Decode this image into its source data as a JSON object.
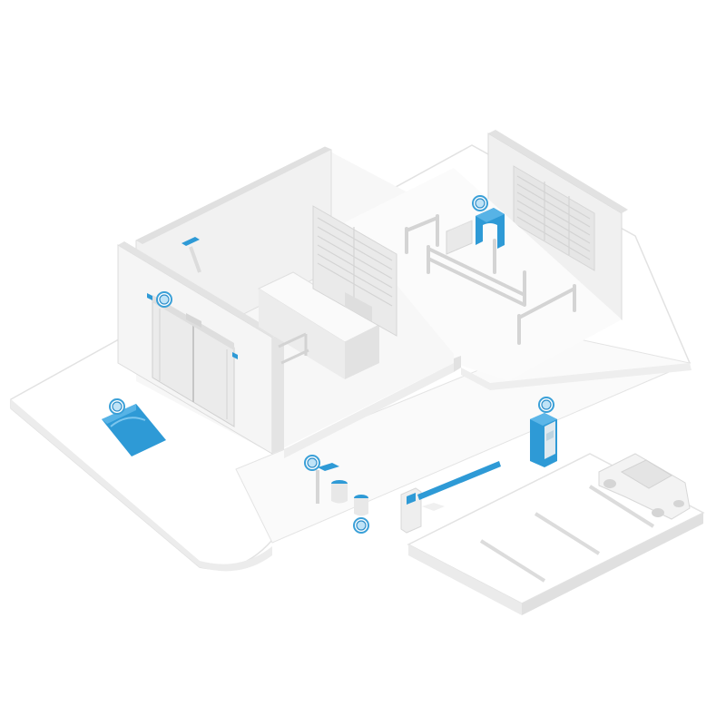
{
  "scene": {
    "colors": {
      "accent": "#2e9ad6",
      "accent_dark": "#1f7fbf",
      "floor": "#ffffff",
      "wall_light": "#f2f2f2",
      "wall_mid": "#e6e6e6",
      "wall_dark": "#d9d9d9",
      "outline": "#d0d0d0"
    },
    "hotspots": [
      {
        "id": "hotspot-door-sensor"
      },
      {
        "id": "hotspot-turnstile"
      },
      {
        "id": "hotspot-floor-mat"
      },
      {
        "id": "hotspot-ticket-kiosk"
      },
      {
        "id": "hotspot-camera-post"
      },
      {
        "id": "hotspot-bollards"
      }
    ]
  }
}
